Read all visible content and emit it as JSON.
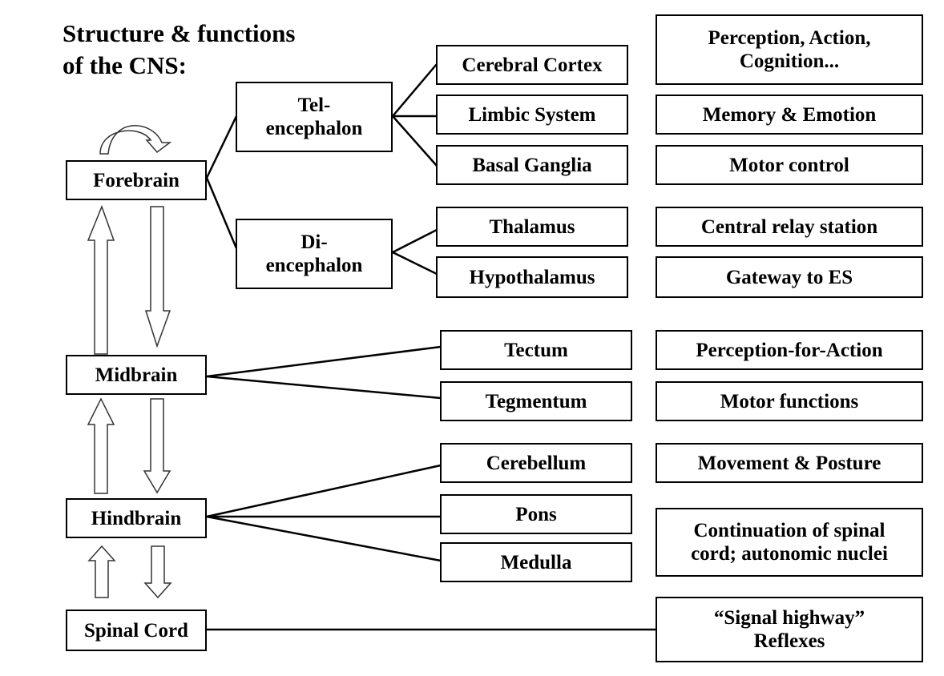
{
  "title": {
    "line1": "Structure & functions",
    "line2": "of the CNS:"
  },
  "levels": {
    "forebrain": "Forebrain",
    "midbrain": "Midbrain",
    "hindbrain": "Hindbrain",
    "spinal_cord": "Spinal Cord"
  },
  "subdivisions": {
    "telencephalon": "Tel-\nencephalon",
    "diencephalon": "Di-\nencephalon"
  },
  "structures": {
    "cerebral_cortex": "Cerebral Cortex",
    "limbic_system": "Limbic System",
    "basal_ganglia": "Basal Ganglia",
    "thalamus": "Thalamus",
    "hypothalamus": "Hypothalamus",
    "tectum": "Tectum",
    "tegmentum": "Tegmentum",
    "cerebellum": "Cerebellum",
    "pons": "Pons",
    "medulla": "Medulla"
  },
  "functions": {
    "cerebral_cortex": "Perception, Action,\nCognition...",
    "limbic_system": "Memory & Emotion",
    "basal_ganglia": "Motor control",
    "thalamus": "Central relay station",
    "hypothalamus": "Gateway to ES",
    "tectum": "Perception-for-Action",
    "tegmentum": "Motor functions",
    "cerebellum": "Movement & Posture",
    "pons_medulla": "Continuation of  spinal\ncord; autonomic nuclei",
    "spinal_cord": "“Signal highway”\nReflexes"
  }
}
